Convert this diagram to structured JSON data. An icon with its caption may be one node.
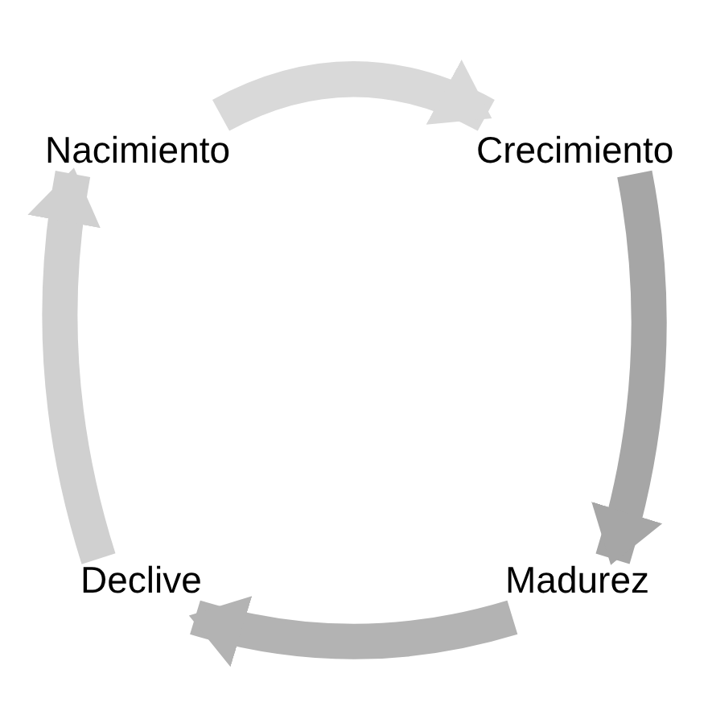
{
  "diagram": {
    "nodes": [
      {
        "text": [
          "Nacimiento"
        ]
      },
      {
        "text": [
          "Crecimiento"
        ]
      },
      {
        "text": [
          "Madurez"
        ]
      },
      {
        "text": [
          "Declive"
        ]
      }
    ],
    "edges": [
      {
        "from": 0,
        "to": 1,
        "arrow": "to",
        "color": "#d9d9d9"
      },
      {
        "from": 1,
        "to": 2,
        "arrow": "to",
        "color": "#a6a6a6"
      },
      {
        "from": 2,
        "to": 3,
        "arrow": "to",
        "color": "#b3b3b3"
      },
      {
        "from": 3,
        "to": 0,
        "arrow": "to",
        "color": "#d0d0d0"
      }
    ]
  }
}
